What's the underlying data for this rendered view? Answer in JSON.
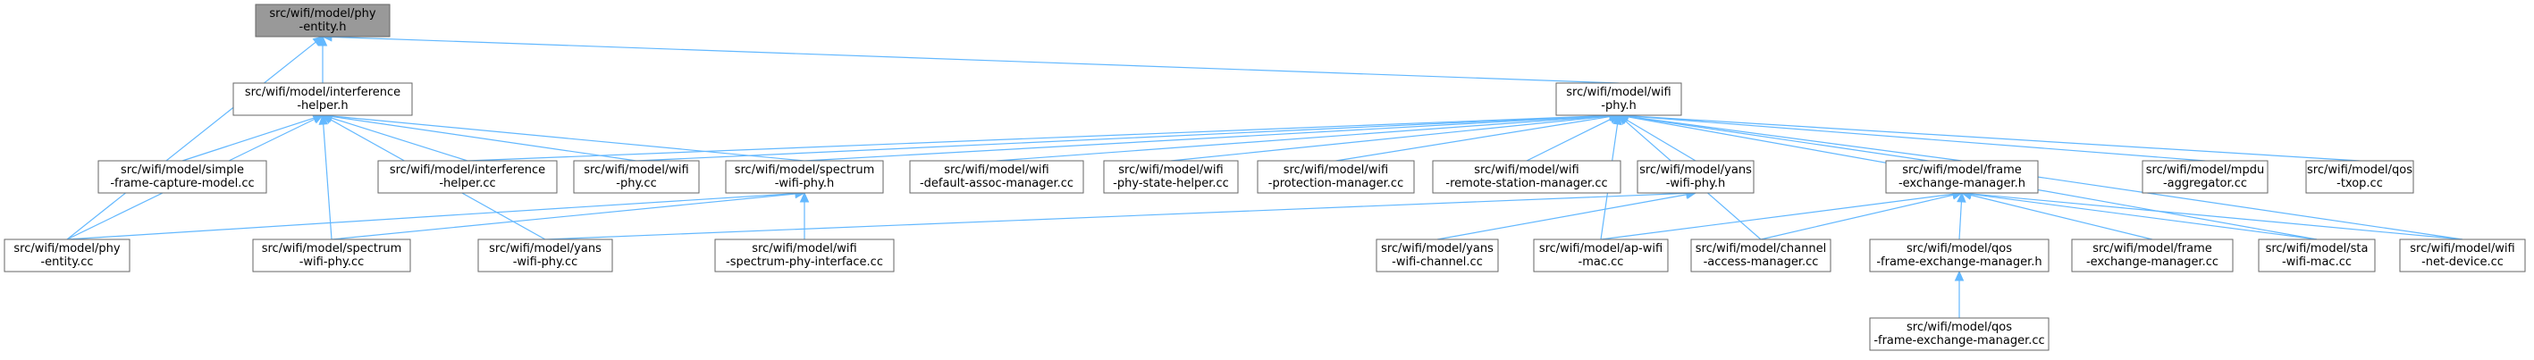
{
  "nodes": [
    {
      "id": "phy_entity_h",
      "lines": [
        "src/wifi/model/phy",
        "-entity.h"
      ],
      "focus": true
    },
    {
      "id": "interference_helper_h",
      "lines": [
        "src/wifi/model/interference",
        "-helper.h"
      ]
    },
    {
      "id": "wifi_phy_h",
      "lines": [
        "src/wifi/model/wifi",
        "-phy.h"
      ]
    },
    {
      "id": "simple_frame_capture_model_cc",
      "lines": [
        "src/wifi/model/simple",
        "-frame-capture-model.cc"
      ]
    },
    {
      "id": "interference_helper_cc",
      "lines": [
        "src/wifi/model/interference",
        "-helper.cc"
      ]
    },
    {
      "id": "wifi_phy_cc",
      "lines": [
        "src/wifi/model/wifi",
        "-phy.cc"
      ]
    },
    {
      "id": "spectrum_wifi_phy_h",
      "lines": [
        "src/wifi/model/spectrum",
        "-wifi-phy.h"
      ]
    },
    {
      "id": "wifi_default_assoc_manager_cc",
      "lines": [
        "src/wifi/model/wifi",
        "-default-assoc-manager.cc"
      ]
    },
    {
      "id": "wifi_phy_state_helper_cc",
      "lines": [
        "src/wifi/model/wifi",
        "-phy-state-helper.cc"
      ]
    },
    {
      "id": "wifi_protection_manager_cc",
      "lines": [
        "src/wifi/model/wifi",
        "-protection-manager.cc"
      ]
    },
    {
      "id": "wifi_remote_station_manager_cc",
      "lines": [
        "src/wifi/model/wifi",
        "-remote-station-manager.cc"
      ]
    },
    {
      "id": "yans_wifi_phy_h",
      "lines": [
        "src/wifi/model/yans",
        "-wifi-phy.h"
      ]
    },
    {
      "id": "frame_exchange_manager_h",
      "lines": [
        "src/wifi/model/frame",
        "-exchange-manager.h"
      ]
    },
    {
      "id": "mpdu_aggregator_cc",
      "lines": [
        "src/wifi/model/mpdu",
        "-aggregator.cc"
      ]
    },
    {
      "id": "qos_txop_cc",
      "lines": [
        "src/wifi/model/qos",
        "-txop.cc"
      ]
    },
    {
      "id": "phy_entity_cc",
      "lines": [
        "src/wifi/model/phy",
        "-entity.cc"
      ]
    },
    {
      "id": "spectrum_wifi_phy_cc",
      "lines": [
        "src/wifi/model/spectrum",
        "-wifi-phy.cc"
      ]
    },
    {
      "id": "yans_wifi_phy_cc",
      "lines": [
        "src/wifi/model/yans",
        "-wifi-phy.cc"
      ]
    },
    {
      "id": "wifi_spectrum_phy_interface_cc",
      "lines": [
        "src/wifi/model/wifi",
        "-spectrum-phy-interface.cc"
      ]
    },
    {
      "id": "yans_wifi_channel_cc",
      "lines": [
        "src/wifi/model/yans",
        "-wifi-channel.cc"
      ]
    },
    {
      "id": "ap_wifi_mac_cc",
      "lines": [
        "src/wifi/model/ap-wifi",
        "-mac.cc"
      ]
    },
    {
      "id": "channel_access_manager_cc",
      "lines": [
        "src/wifi/model/channel",
        "-access-manager.cc"
      ]
    },
    {
      "id": "qos_frame_exchange_manager_h",
      "lines": [
        "src/wifi/model/qos",
        "-frame-exchange-manager.h"
      ]
    },
    {
      "id": "frame_exchange_manager_cc",
      "lines": [
        "src/wifi/model/frame",
        "-exchange-manager.cc"
      ]
    },
    {
      "id": "sta_wifi_mac_cc",
      "lines": [
        "src/wifi/model/sta",
        "-wifi-mac.cc"
      ]
    },
    {
      "id": "wifi_net_device_cc",
      "lines": [
        "src/wifi/model/wifi",
        "-net-device.cc"
      ]
    },
    {
      "id": "qos_frame_exchange_manager_cc",
      "lines": [
        "src/wifi/model/qos",
        "-frame-exchange-manager.cc"
      ]
    }
  ],
  "edges": [
    [
      "interference_helper_h",
      "phy_entity_h"
    ],
    [
      "wifi_phy_h",
      "phy_entity_h"
    ],
    [
      "phy_entity_cc",
      "phy_entity_h"
    ],
    [
      "simple_frame_capture_model_cc",
      "interference_helper_h"
    ],
    [
      "interference_helper_cc",
      "interference_helper_h"
    ],
    [
      "wifi_phy_cc",
      "interference_helper_h"
    ],
    [
      "spectrum_wifi_phy_h",
      "interference_helper_h"
    ],
    [
      "phy_entity_cc",
      "interference_helper_h"
    ],
    [
      "spectrum_wifi_phy_cc",
      "interference_helper_h"
    ],
    [
      "yans_wifi_phy_cc",
      "interference_helper_h"
    ],
    [
      "interference_helper_cc",
      "wifi_phy_h"
    ],
    [
      "wifi_phy_cc",
      "wifi_phy_h"
    ],
    [
      "spectrum_wifi_phy_h",
      "wifi_phy_h"
    ],
    [
      "wifi_default_assoc_manager_cc",
      "wifi_phy_h"
    ],
    [
      "wifi_phy_state_helper_cc",
      "wifi_phy_h"
    ],
    [
      "wifi_protection_manager_cc",
      "wifi_phy_h"
    ],
    [
      "wifi_remote_station_manager_cc",
      "wifi_phy_h"
    ],
    [
      "yans_wifi_phy_h",
      "wifi_phy_h"
    ],
    [
      "frame_exchange_manager_h",
      "wifi_phy_h"
    ],
    [
      "mpdu_aggregator_cc",
      "wifi_phy_h"
    ],
    [
      "qos_txop_cc",
      "wifi_phy_h"
    ],
    [
      "ap_wifi_mac_cc",
      "wifi_phy_h"
    ],
    [
      "channel_access_manager_cc",
      "wifi_phy_h"
    ],
    [
      "sta_wifi_mac_cc",
      "wifi_phy_h"
    ],
    [
      "wifi_net_device_cc",
      "wifi_phy_h"
    ],
    [
      "phy_entity_cc",
      "spectrum_wifi_phy_h"
    ],
    [
      "spectrum_wifi_phy_cc",
      "spectrum_wifi_phy_h"
    ],
    [
      "wifi_spectrum_phy_interface_cc",
      "spectrum_wifi_phy_h"
    ],
    [
      "yans_wifi_phy_cc",
      "yans_wifi_phy_h"
    ],
    [
      "yans_wifi_channel_cc",
      "yans_wifi_phy_h"
    ],
    [
      "ap_wifi_mac_cc",
      "frame_exchange_manager_h"
    ],
    [
      "channel_access_manager_cc",
      "frame_exchange_manager_h"
    ],
    [
      "qos_frame_exchange_manager_h",
      "frame_exchange_manager_h"
    ],
    [
      "frame_exchange_manager_cc",
      "frame_exchange_manager_h"
    ],
    [
      "sta_wifi_mac_cc",
      "frame_exchange_manager_h"
    ],
    [
      "wifi_net_device_cc",
      "frame_exchange_manager_h"
    ],
    [
      "qos_frame_exchange_manager_cc",
      "qos_frame_exchange_manager_h"
    ]
  ],
  "colors": {
    "edge": "#63b8ff",
    "node_border": "#666666",
    "focus_fill": "#999999",
    "node_fill": "#ffffff"
  }
}
